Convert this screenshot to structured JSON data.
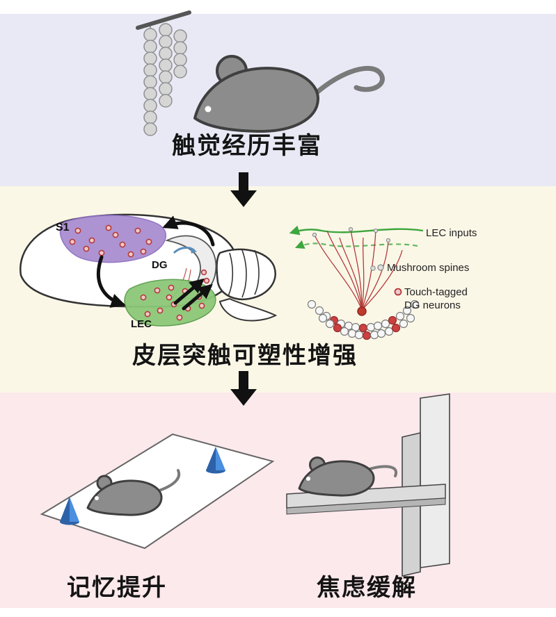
{
  "figure": {
    "top": {
      "caption": "触觉经历丰富"
    },
    "middle": {
      "caption": "皮层突触可塑性增强",
      "brain": {
        "s1": "S1",
        "dg": "DG",
        "lec": "LEC"
      },
      "legend": {
        "lec_inputs": "LEC inputs",
        "mushroom_spines": "Mushroom spines",
        "touch_tagged_line1": "Touch-tagged",
        "touch_tagged_line2": "DG neurons"
      }
    },
    "bottom": {
      "left_caption": "记忆提升",
      "right_caption": "焦虑缓解"
    }
  },
  "colors": {
    "top_bg": "#e9e9f6",
    "middle_bg": "#fbf7e7",
    "bottom_bg": "#fce9ec",
    "s1_fill": "#a78bcf",
    "lec_fill": "#8cc878",
    "lec_line": "#3da63d",
    "neuron_red": "#b23b3b",
    "dot_red": "#b53838",
    "cone_blue": "#4a8fe0",
    "mouse_gray": "#8c8c8c",
    "arrow_black": "#111111"
  }
}
